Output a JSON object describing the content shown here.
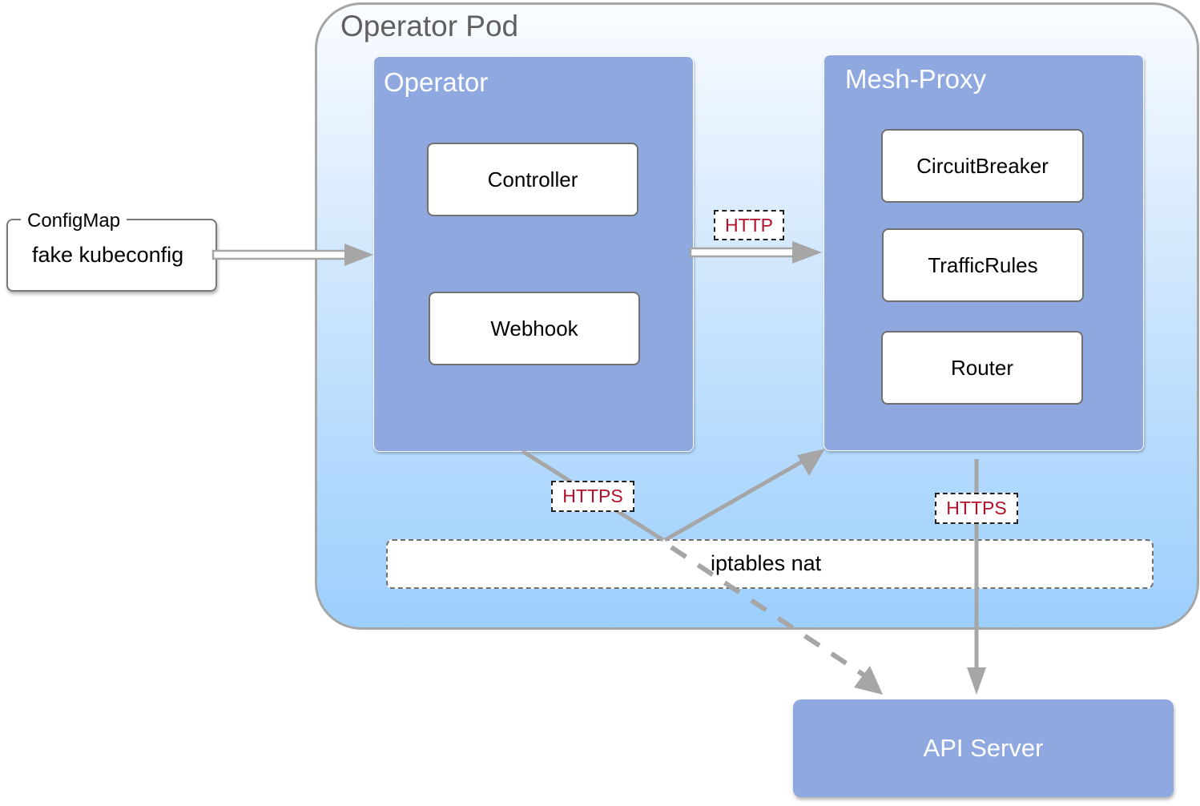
{
  "pod": {
    "title": "Operator Pod"
  },
  "configmap": {
    "label": "ConfigMap",
    "value": "fake kubeconfig"
  },
  "operator": {
    "title": "Operator",
    "components": [
      "Controller",
      "Webhook"
    ]
  },
  "mesh_proxy": {
    "title": "Mesh-Proxy",
    "components": [
      "CircuitBreaker",
      "TrafficRules",
      "Router"
    ]
  },
  "protocols": {
    "operator_to_proxy": "HTTP",
    "operator_to_api": "HTTPS",
    "proxy_to_api": "HTTPS"
  },
  "iptables": {
    "label": "iptables nat"
  },
  "api_server": {
    "label": "API Server"
  },
  "colors": {
    "container_fill": "#8fa8df",
    "pod_border": "#a6a6a6",
    "arrow": "#a6a6a6",
    "protocol_text": "#b2102a"
  }
}
